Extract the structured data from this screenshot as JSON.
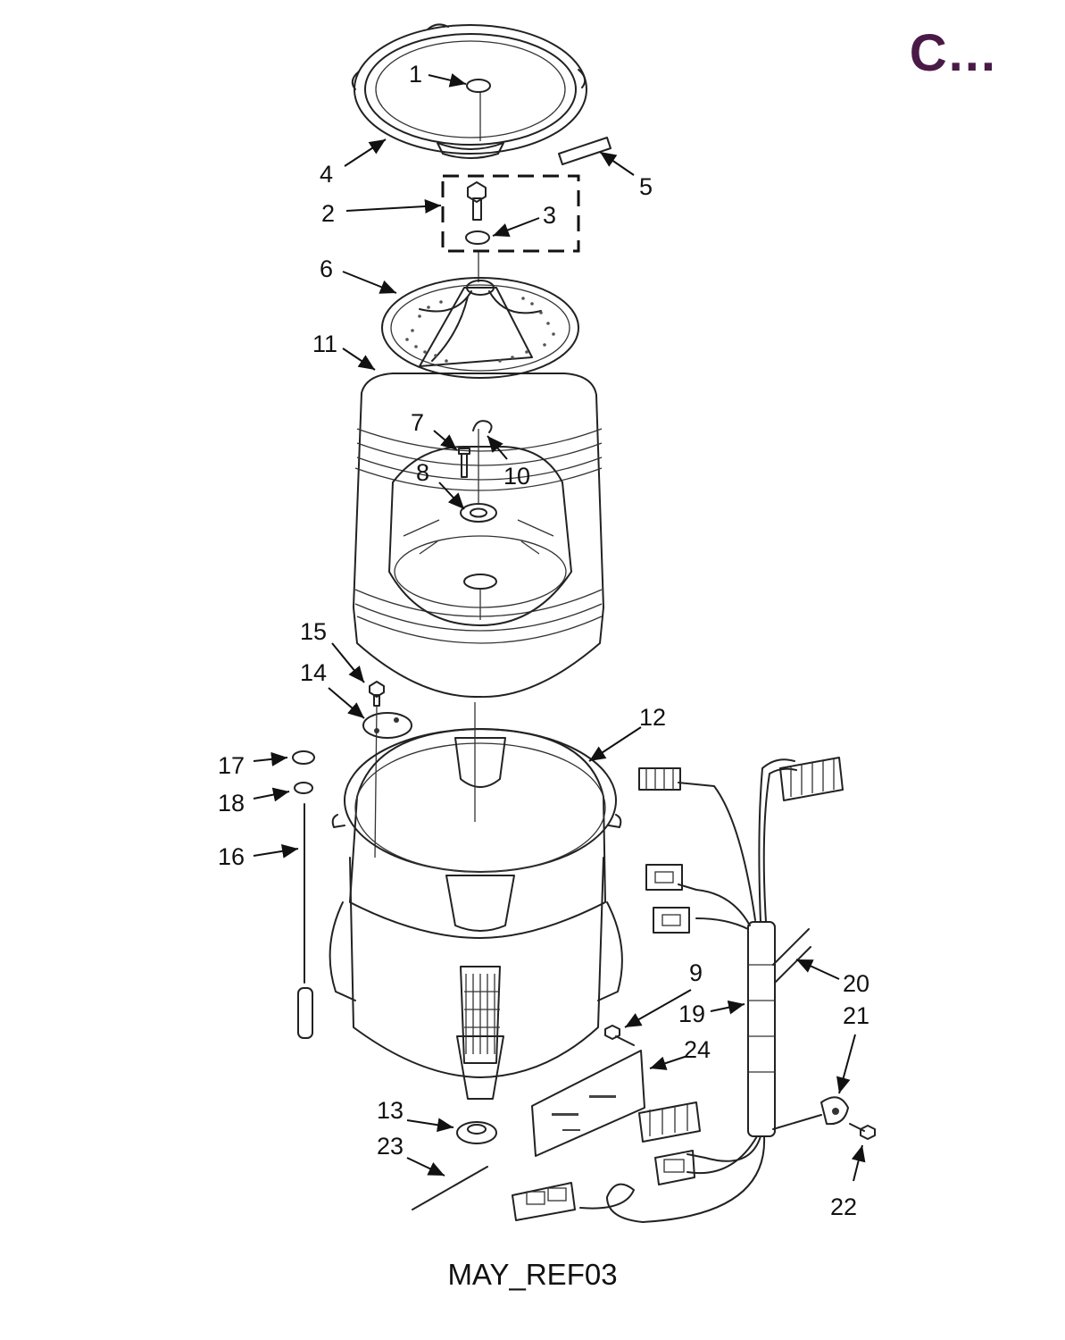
{
  "header": {
    "corner_text": "C...",
    "corner_color": "#4a1a47"
  },
  "caption": "MAY_REF03",
  "callouts": [
    {
      "id": "1",
      "text": "1"
    },
    {
      "id": "2",
      "text": "2"
    },
    {
      "id": "3",
      "text": "3"
    },
    {
      "id": "4",
      "text": "4"
    },
    {
      "id": "5",
      "text": "5"
    },
    {
      "id": "6",
      "text": "6"
    },
    {
      "id": "7",
      "text": "7"
    },
    {
      "id": "8",
      "text": "8"
    },
    {
      "id": "9",
      "text": "9"
    },
    {
      "id": "10",
      "text": "10"
    },
    {
      "id": "11",
      "text": "11"
    },
    {
      "id": "12",
      "text": "12"
    },
    {
      "id": "13",
      "text": "13"
    },
    {
      "id": "14",
      "text": "14"
    },
    {
      "id": "15",
      "text": "15"
    },
    {
      "id": "16",
      "text": "16"
    },
    {
      "id": "17",
      "text": "17"
    },
    {
      "id": "18",
      "text": "18"
    },
    {
      "id": "19",
      "text": "19"
    },
    {
      "id": "20",
      "text": "20"
    },
    {
      "id": "21",
      "text": "21"
    },
    {
      "id": "22",
      "text": "22"
    },
    {
      "id": "23",
      "text": "23"
    },
    {
      "id": "24",
      "text": "24"
    }
  ]
}
